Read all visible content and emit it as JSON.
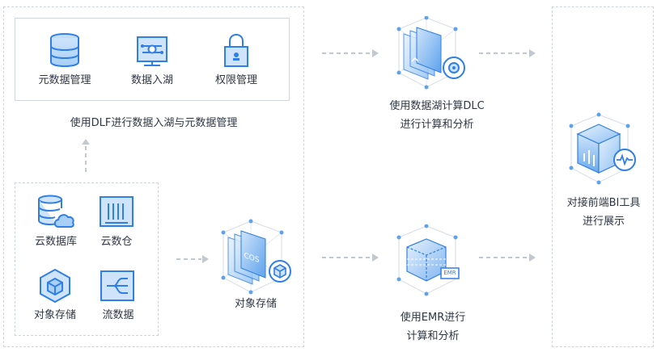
{
  "metadata_box": {
    "items": [
      {
        "label": "元数据管理",
        "icon": "database-icon"
      },
      {
        "label": "数据入湖",
        "icon": "data-ingest-icon"
      },
      {
        "label": "权限管理",
        "icon": "lock-icon"
      }
    ],
    "caption": "使用DLF进行数据入湖与元数据管理"
  },
  "sources_box": {
    "items": [
      {
        "label": "云数据库",
        "icon": "cloud-database-icon"
      },
      {
        "label": "云数仓",
        "icon": "data-warehouse-icon"
      },
      {
        "label": "对象存储",
        "icon": "cube-icon"
      },
      {
        "label": "流数据",
        "icon": "stream-data-icon"
      }
    ]
  },
  "cos_node": {
    "label": "对象存储",
    "icon_text": "COS",
    "icon": "cos-storage-icon"
  },
  "dlc_node": {
    "line1": "使用数据湖计算DLC",
    "line2": "进行计算和分析",
    "icon": "dlc-compute-icon"
  },
  "emr_node": {
    "line1": "使用EMR进行",
    "line2": "计算和分析",
    "icon_text": "EMR",
    "icon": "emr-compute-icon"
  },
  "bi_node": {
    "line1": "对接前端BI工具",
    "line2": "进行展示",
    "icon": "bi-dashboard-icon"
  },
  "colors": {
    "accent": "#2f7fe6",
    "light_blue": "#cfe4fb",
    "dash": "#cfd5dd",
    "arrow": "#c2c8d0"
  }
}
